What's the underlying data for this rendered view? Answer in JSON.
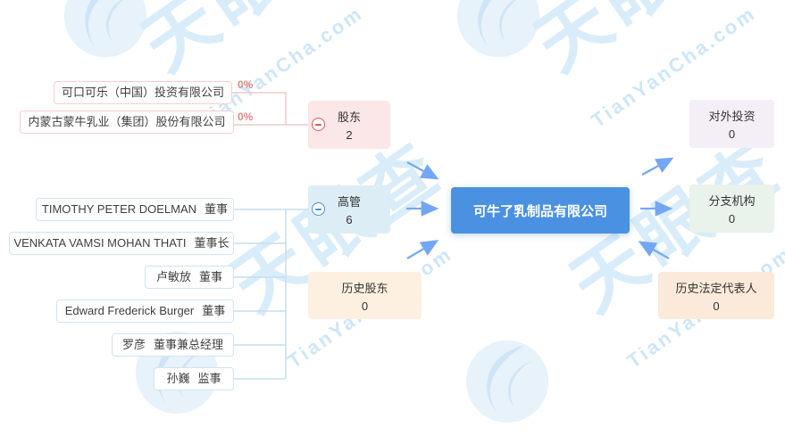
{
  "watermark": {
    "brand": "天眼查",
    "brand_latin": "TianYanCha.com"
  },
  "company": {
    "name": "可牛了乳制品有限公司",
    "color": "#4a91e2"
  },
  "shareholders": {
    "node": {
      "label": "股东",
      "count": "2",
      "color": "#fbe7e7",
      "icon_color": "#dc5a56"
    },
    "items": [
      {
        "name": "可口可乐（中国）投资有限公司",
        "percent": "0%"
      },
      {
        "name": "内蒙古蒙牛乳业（集团）股份有限公司",
        "percent": "0%"
      }
    ]
  },
  "executives": {
    "node": {
      "label": "高管",
      "count": "6",
      "color": "#ddedf6",
      "icon_color": "#4a90d9"
    },
    "items": [
      {
        "name": "TIMOTHY PETER DOELMAN",
        "role": "董事"
      },
      {
        "name": "VENKATA VAMSI MOHAN THATI",
        "role": "董事长"
      },
      {
        "name": "卢敏放",
        "role": "董事"
      },
      {
        "name": "Edward Frederick Burger",
        "role": "董事"
      },
      {
        "name": "罗彦",
        "role": "董事兼总经理"
      },
      {
        "name": "孙巍",
        "role": "监事"
      }
    ]
  },
  "history_shareholders": {
    "label": "历史股东",
    "count": "0",
    "color": "#fdf0e1"
  },
  "outbound_investment": {
    "label": "对外投资",
    "count": "0",
    "color": "#f4eef6"
  },
  "branches": {
    "label": "分支机构",
    "count": "0",
    "color": "#e9f2eb"
  },
  "history_legal_rep": {
    "label": "历史法定代表人",
    "count": "0",
    "color": "#fbead9"
  },
  "line_colors": {
    "shareholder_link": "#f0caca",
    "exec_link": "#c6deee",
    "arrow": "#74a7f3"
  }
}
